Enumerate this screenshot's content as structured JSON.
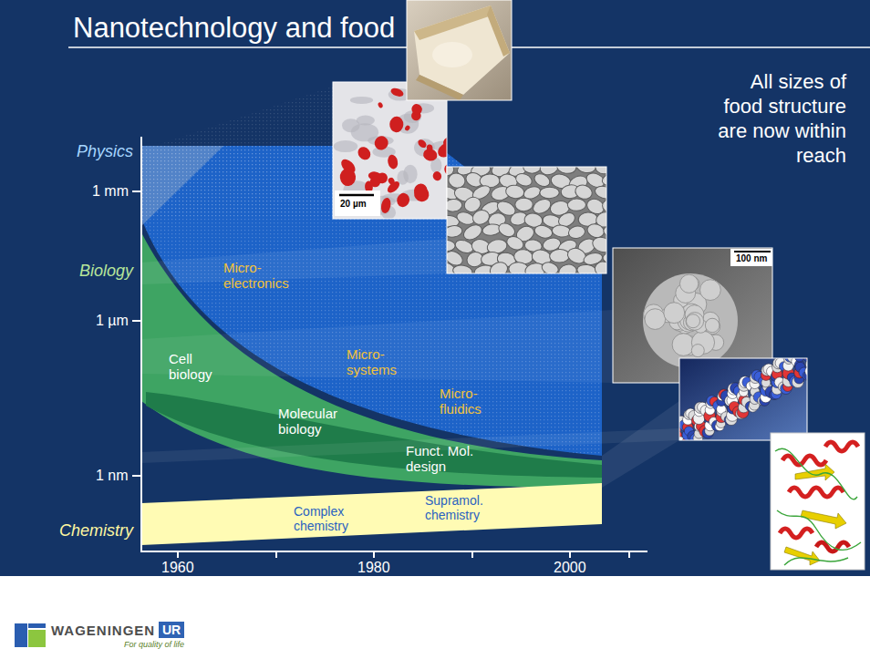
{
  "diagram": {
    "title": "Nanotechnology and food",
    "labels": [
      "Physics",
      "1 mm",
      "Biology",
      "1 µm",
      "1 nm",
      "Chemistry",
      "1960",
      "1980",
      "2000",
      "Micro- electronics",
      "Cell biology",
      "Micro- systems",
      "Micro- fluidics",
      "Molecular biology",
      "Funct. Mol. design",
      "Complex chemistry",
      "Supramol. chemistry",
      "20 µm",
      "100 nm",
      "All sizes of food structure are now within reach",
      "WAGENINGEN",
      "UR",
      "For quality of life"
    ]
  }
}
